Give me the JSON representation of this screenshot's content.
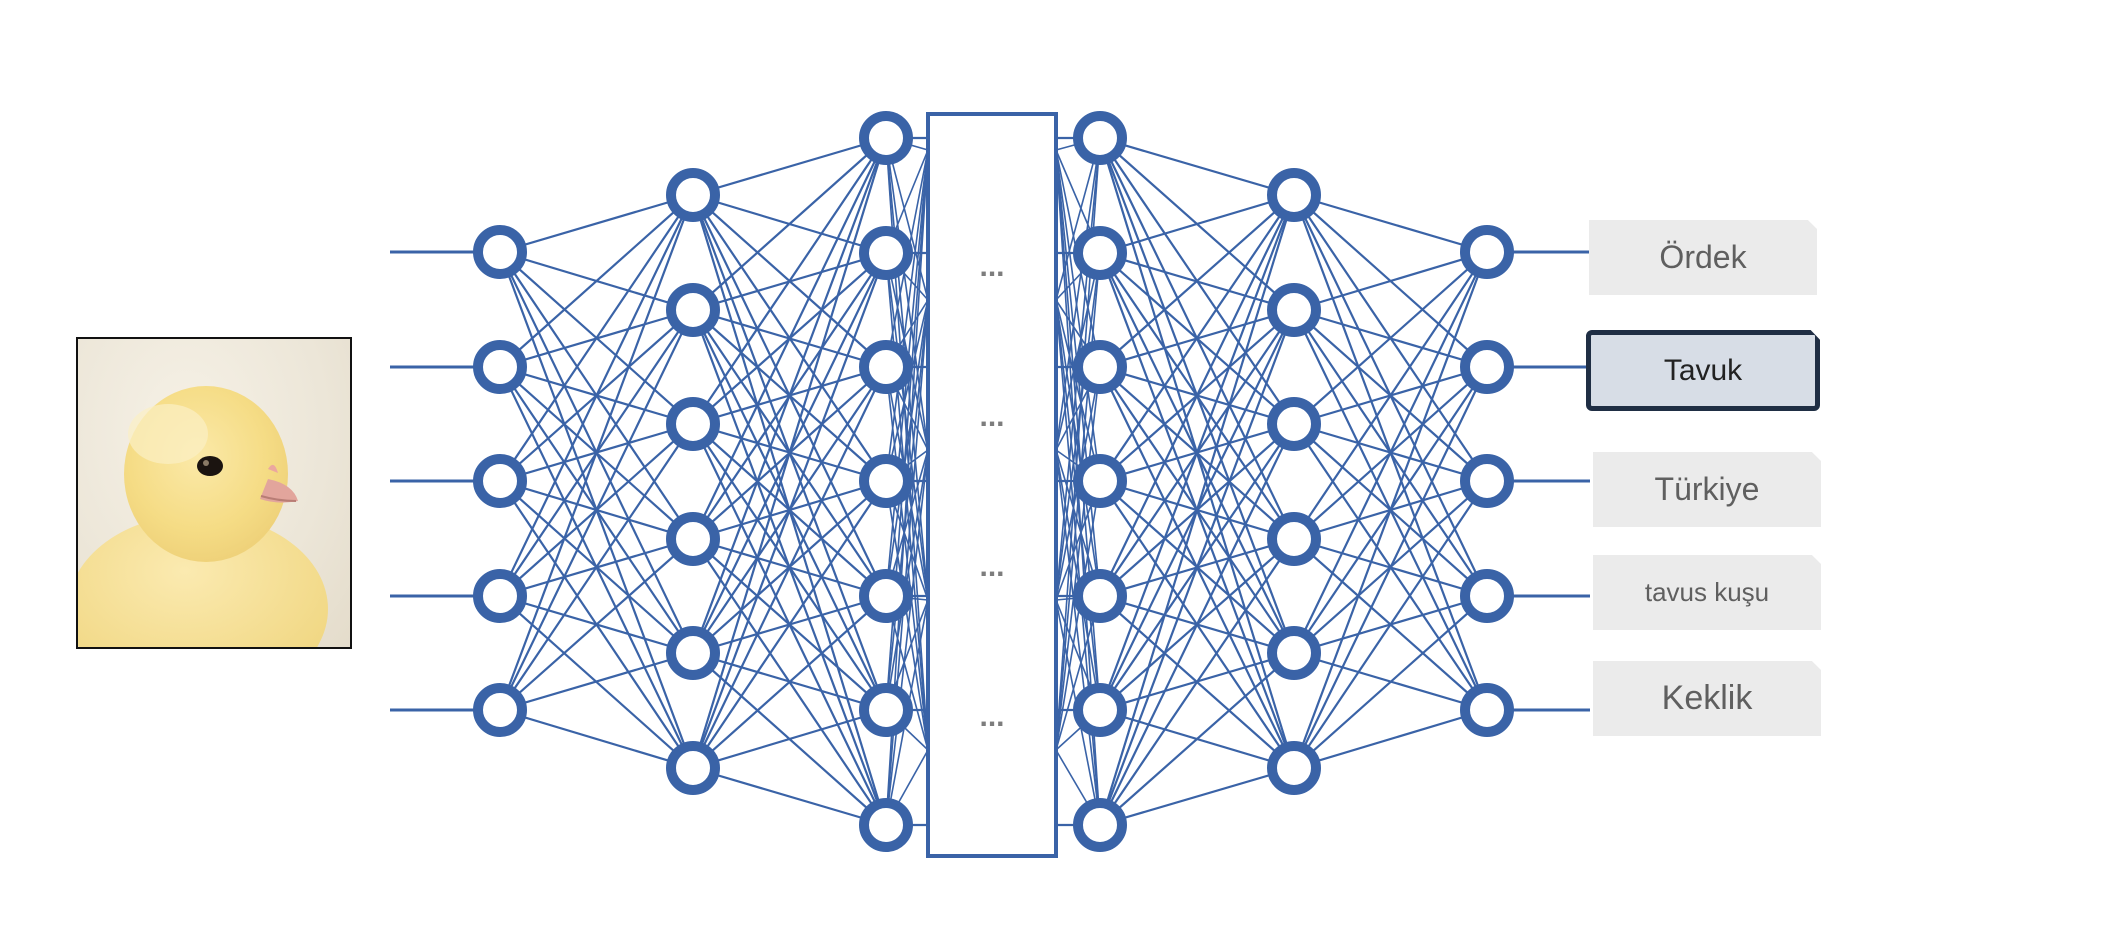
{
  "diagram": {
    "dots": [
      "...",
      "...",
      "...",
      "..."
    ],
    "colors": {
      "network": "#3a63a7",
      "node_fill": "#ffffff",
      "dots": "#7d7d7d",
      "label_bg": "#ebebeb",
      "label_text": "#5f5f5f",
      "selected_bg": "#d7dde6",
      "selected_border": "#1f2e44"
    },
    "input_image": {
      "subject": "yellow chick",
      "icon": "chick-photo"
    },
    "outputs": [
      {
        "label": "Ördek",
        "selected": false
      },
      {
        "label": "Tavuk",
        "selected": true
      },
      {
        "label": "Türkiye",
        "selected": false
      },
      {
        "label": "tavus kuşu",
        "selected": false
      },
      {
        "label": "Keklik",
        "selected": false
      }
    ]
  }
}
